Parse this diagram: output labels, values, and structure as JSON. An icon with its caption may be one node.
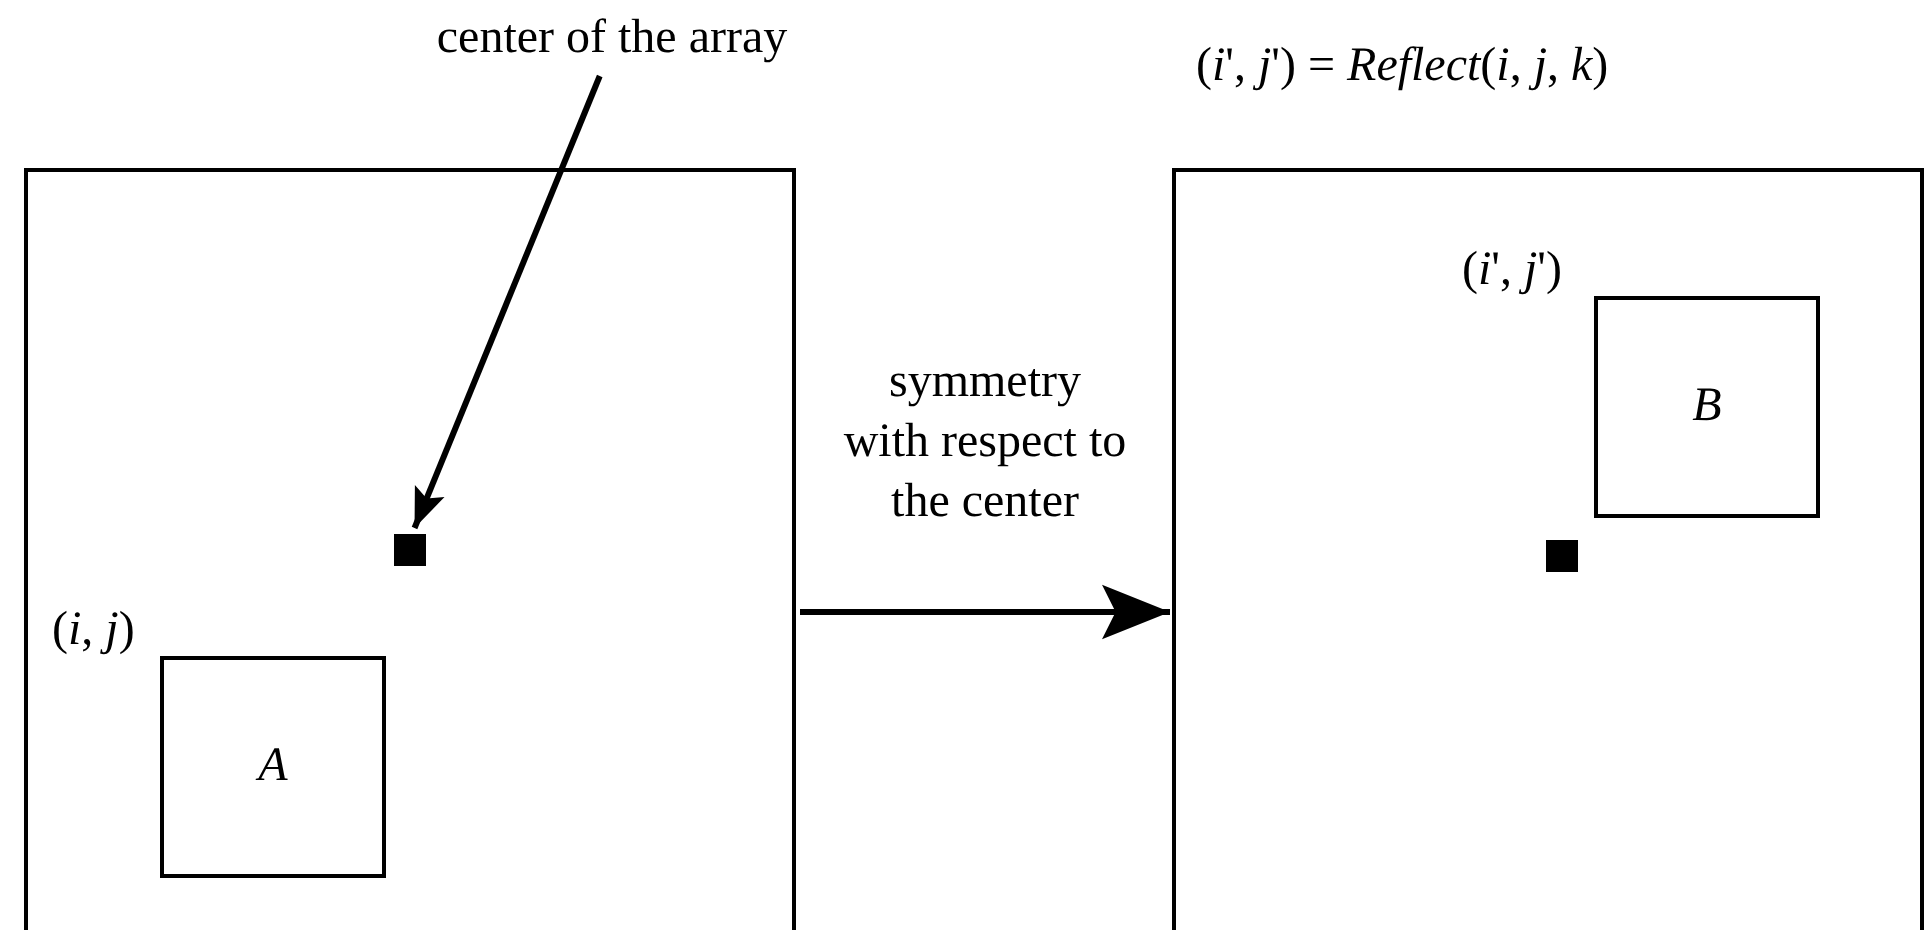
{
  "diagram": {
    "nodes": [
      {
        "text": [],
        "shape": "box"
      },
      {
        "text": [
          "A"
        ],
        "in": 0,
        "beside": [
          "(*i*, *j*)"
        ]
      },
      {
        "text": [],
        "shape": "box",
        "in": 0
      },
      {
        "text": [
          "center of the array"
        ]
      },
      {
        "text": [],
        "shape": "box"
      },
      {
        "text": [
          "B"
        ],
        "in": 4,
        "beside": [
          "(*i*', *j*')"
        ]
      },
      {
        "text": [],
        "shape": "box",
        "in": 4
      }
    ],
    "edges": [
      {
        "from": 3,
        "to": 2,
        "arrow": "to"
      },
      {
        "from": 0,
        "to": 4,
        "arrow": "to",
        "label": "symmetry with respect to the center"
      }
    ],
    "labels": [
      "(*i*', *j*') = *Reflect*(*i*, *j*, *k*)"
    ]
  }
}
